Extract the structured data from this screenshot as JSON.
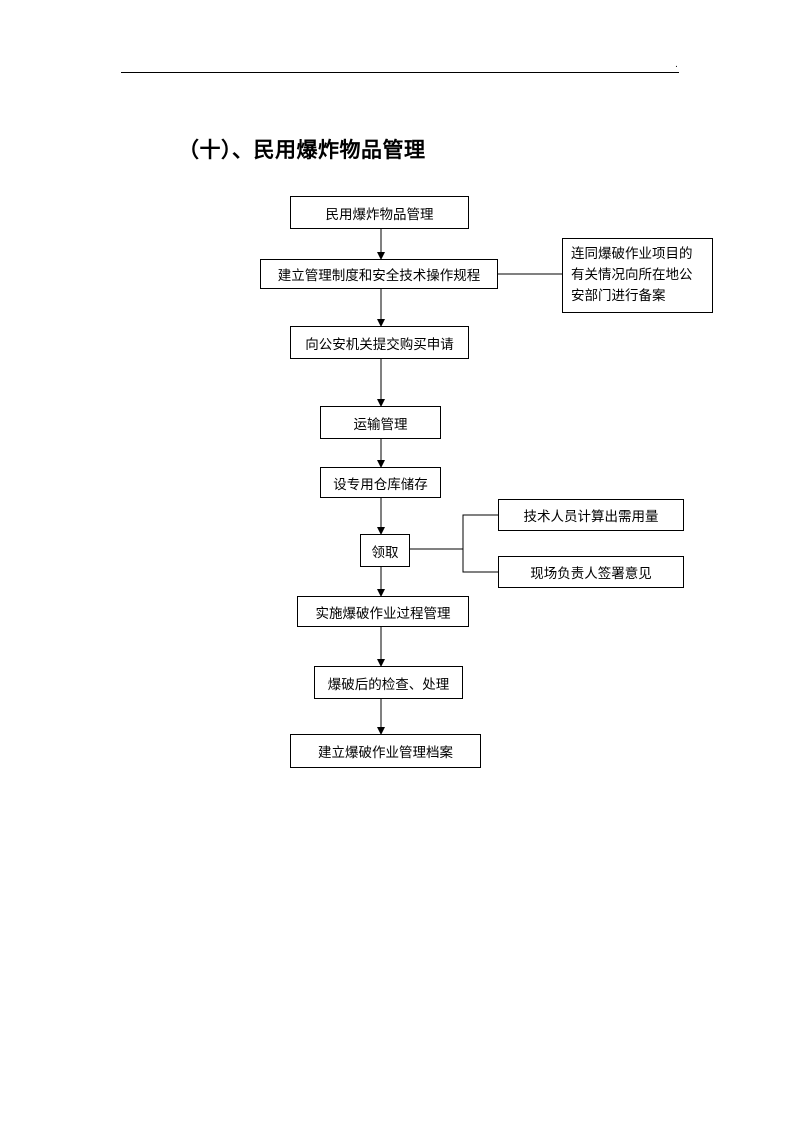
{
  "header": {
    "mark": "."
  },
  "title": "（十）、民用爆炸物品管理",
  "flow": {
    "step1": "民用爆炸物品管理",
    "step2": "建立管理制度和安全技术操作规程",
    "step3": "向公安机关提交购买申请",
    "step4": "运输管理",
    "step5": "设专用仓库储存",
    "step6": "领取",
    "step7": "实施爆破作业过程管理",
    "step8": "爆破后的检查、处理",
    "step9": "建立爆破作业管理档案"
  },
  "side": {
    "record": [
      "连同爆破作业项目的",
      "有关情况向所在地公",
      "安部门进行备案"
    ],
    "calc": "技术人员计算出需用量",
    "sign": "现场负责人签署意见"
  }
}
